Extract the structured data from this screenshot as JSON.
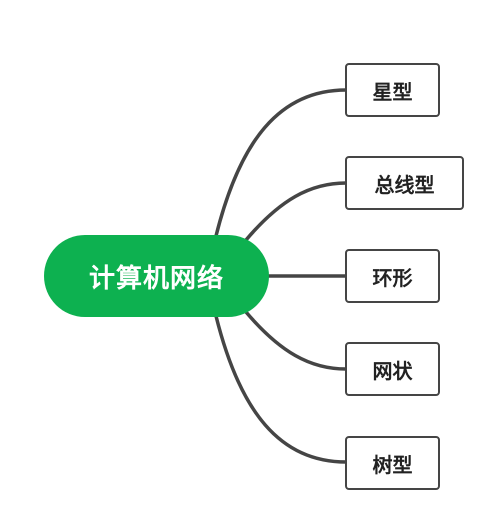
{
  "mindmap": {
    "center": {
      "label": "计算机网络"
    },
    "children": [
      {
        "label": "星型"
      },
      {
        "label": "总线型"
      },
      {
        "label": "环形"
      },
      {
        "label": "网状"
      },
      {
        "label": "树型"
      }
    ]
  },
  "colors": {
    "center_fill": "#0db150",
    "connector": "#454545",
    "child_border": "#454545"
  }
}
